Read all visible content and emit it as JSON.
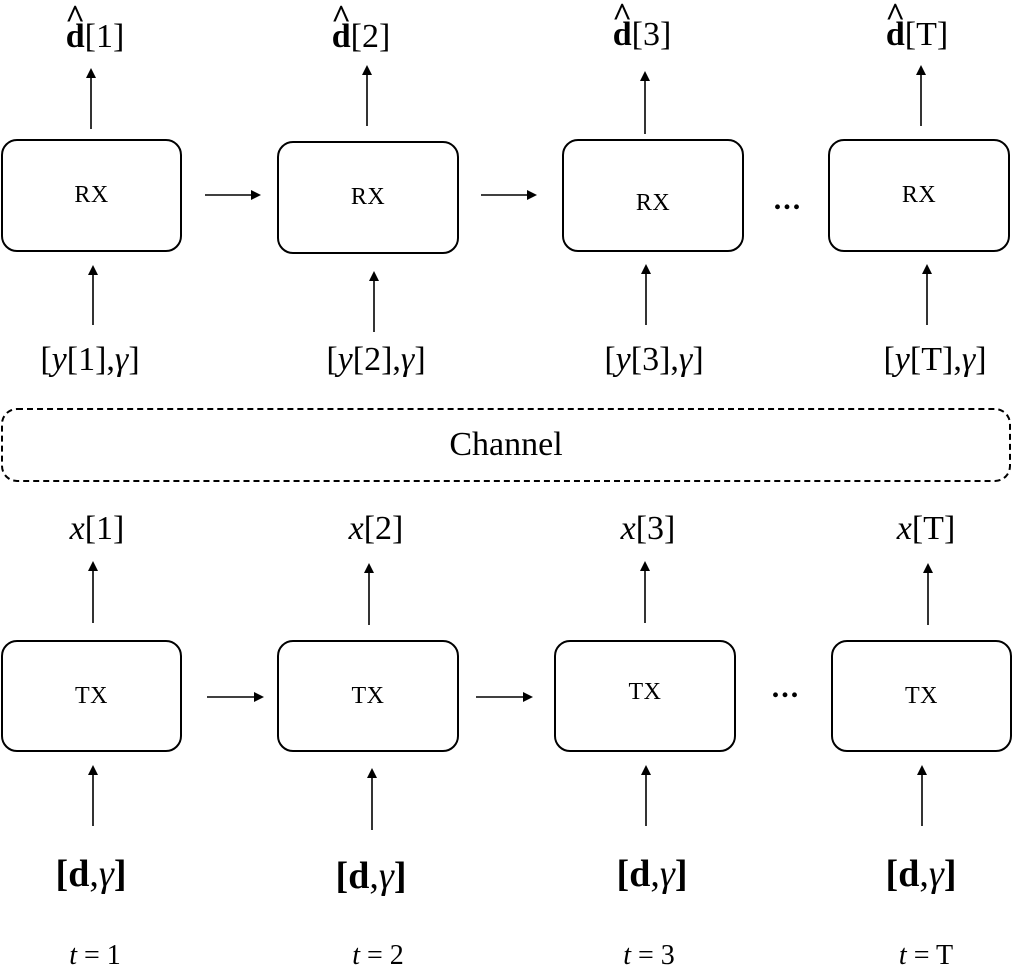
{
  "rx_label": "RX",
  "tx_label": "TX",
  "channel_label": "Channel",
  "ellipsis": "...",
  "columns": [
    {
      "out_index": "1",
      "y_index": "1",
      "x_index": "1",
      "t_value": "1"
    },
    {
      "out_index": "2",
      "y_index": "2",
      "x_index": "2",
      "t_value": "2"
    },
    {
      "out_index": "3",
      "y_index": "3",
      "x_index": "3",
      "t_value": "3"
    },
    {
      "out_index": "T",
      "y_index": "T",
      "x_index": "T",
      "t_value": "T"
    }
  ],
  "symbols": {
    "d": "d",
    "hat": "^",
    "gamma": "γ",
    "y": "y",
    "x": "x",
    "t": "t",
    "equals": " = ",
    "comma": ",",
    "lbracket": "[",
    "rbracket": "]"
  }
}
